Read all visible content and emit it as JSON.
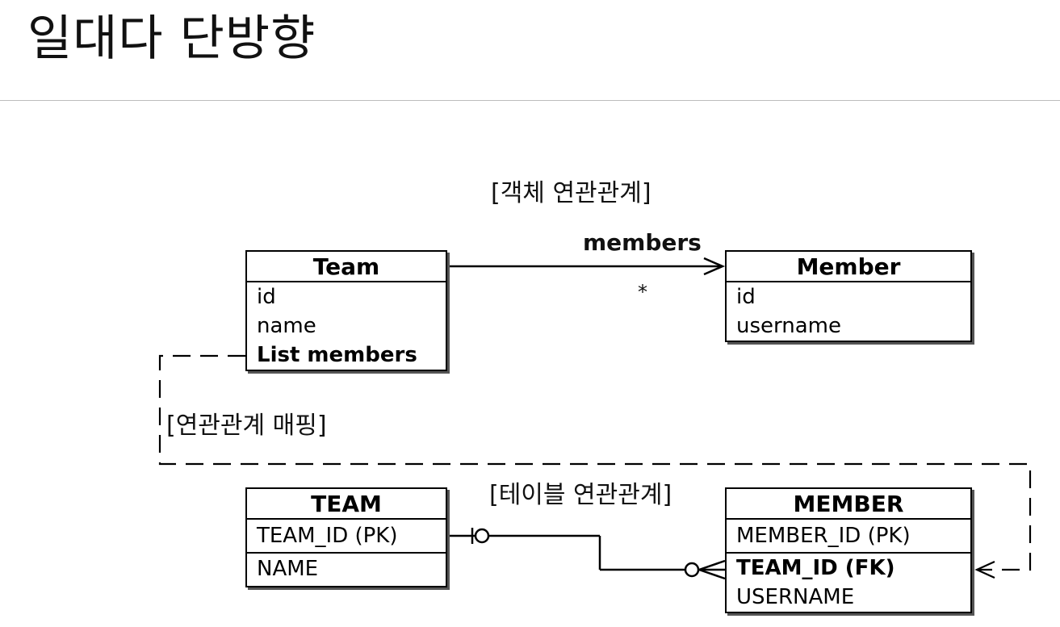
{
  "title": "일대다 단방향",
  "labels": {
    "object_relation": "[객체 연관관계]",
    "relation_mapping": "[연관관계 매핑]",
    "table_relation": "[테이블 연관관계]",
    "association_name": "members",
    "multiplicity": "*"
  },
  "object_team": {
    "name": "Team",
    "fields": [
      "id",
      "name",
      "List members"
    ]
  },
  "object_member": {
    "name": "Member",
    "fields": [
      "id",
      "username"
    ]
  },
  "table_team": {
    "name": "TEAM",
    "columns": [
      "TEAM_ID (PK)",
      "NAME"
    ]
  },
  "table_member": {
    "name": "MEMBER",
    "columns": [
      "MEMBER_ID (PK)",
      "TEAM_ID (FK)",
      "USERNAME"
    ]
  }
}
